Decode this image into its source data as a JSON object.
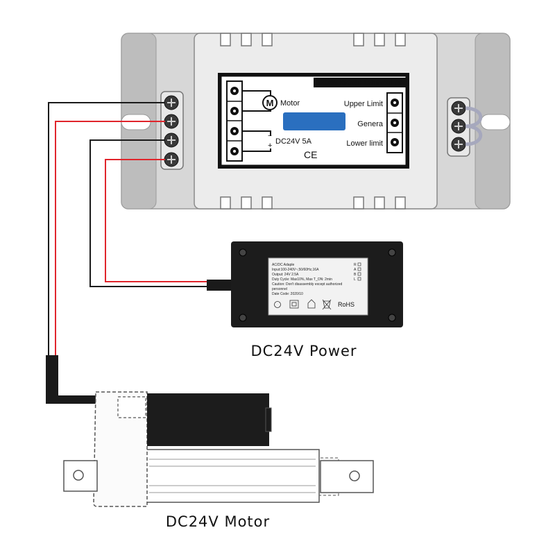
{
  "controller": {
    "title": "120W Motor Controller",
    "motor_label": "Motor",
    "motor_symbol": "M",
    "power_label": "DC24V 5A",
    "minus_symbol": "−",
    "plus_symbol": "+",
    "ce_mark": "CE",
    "upper_limit": "Upper Limit",
    "genera": "Genera",
    "lower_limit": "Lower limit",
    "display_color": "#2a6fbf"
  },
  "adapter": {
    "lines": [
      "AC/DC Adaple",
      "Input:100-240V~,50/60Hz,16A",
      "Output: 24V     2.5A",
      "Duty Cycle: Max10%, Max T_ON: 2min",
      "Caution: Don't disassembly except authorized",
      "personnel",
      "Date Code: 2020/10"
    ],
    "indicators": [
      "R",
      "A",
      "B",
      "L"
    ],
    "rohs": "RoHS"
  },
  "captions": {
    "power": "DC24V Power",
    "motor": "DC24V Motor"
  },
  "colors": {
    "wire_red": "#e0242b",
    "wire_black": "#1a1a1a",
    "housing": "#d7d7d7",
    "housing_dark": "#bdbdbd"
  }
}
